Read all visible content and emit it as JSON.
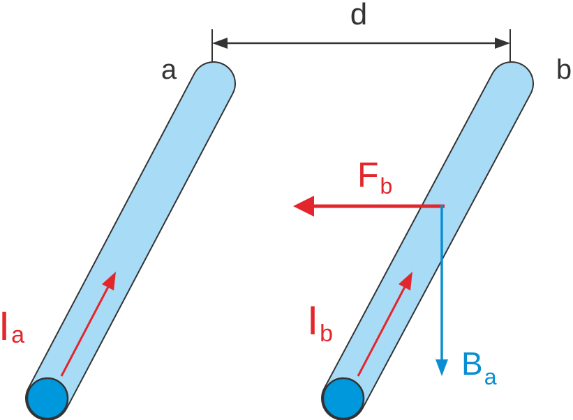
{
  "labels": {
    "distance": "d",
    "wire_a": "a",
    "wire_b": "b",
    "current_a_main": "I",
    "current_a_sub": "a",
    "current_b_main": "I",
    "current_b_sub": "b",
    "force_main": "F",
    "force_sub": "b",
    "field_main": "B",
    "field_sub": "a"
  },
  "colors": {
    "wire_fill": "#a8dbf6",
    "wire_outline": "#333333",
    "wire_end": "#0098dc",
    "current": "#e3262b",
    "force": "#e3262b",
    "field": "#0a8ed1",
    "dimension": "#333333"
  }
}
